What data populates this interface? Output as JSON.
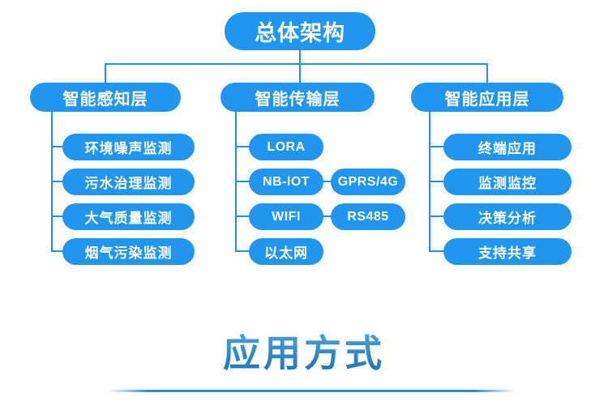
{
  "diagram": {
    "root": "总体架构",
    "columns": [
      {
        "label": "智能感知层",
        "children": [
          "环境噪声监测",
          "污水治理监测",
          "大气质量监测",
          "烟气污染监测"
        ]
      },
      {
        "label": "智能传输层",
        "children": [
          "LORA",
          "NB-lOT",
          "WIFI",
          "以太网"
        ],
        "attached": [
          {
            "parent": "NB-lOT",
            "label": "GPRS/4G"
          },
          {
            "parent": "WIFI",
            "label": "RS485"
          }
        ]
      },
      {
        "label": "智能应用层",
        "children": [
          "终端应用",
          "监测监控",
          "决策分析",
          "支持共享"
        ]
      }
    ]
  },
  "section": {
    "title": "应用方式"
  },
  "colors": {
    "node": "#2196ee",
    "line": "#2490e0",
    "title_top": "#4fa9e0",
    "title_bottom": "#1a6fb5"
  }
}
